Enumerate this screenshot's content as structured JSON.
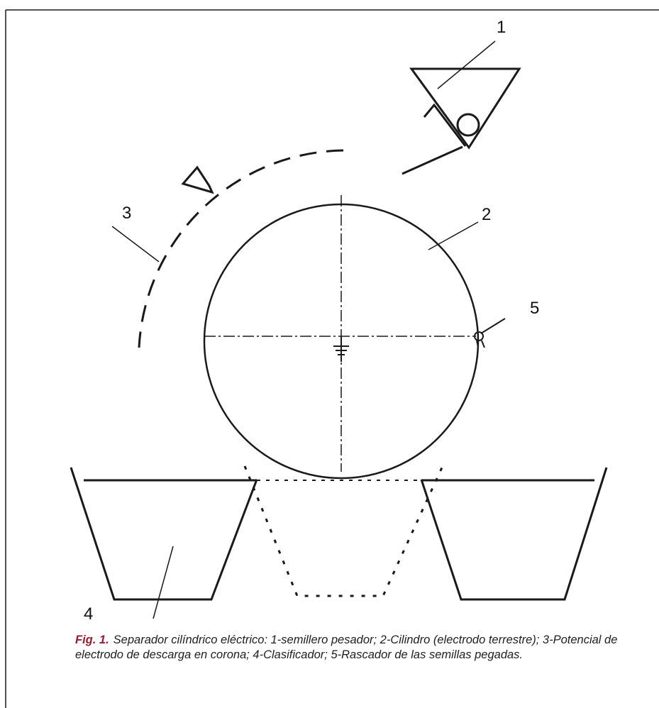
{
  "figure": {
    "labels": {
      "hopper": "1",
      "cylinder": "2",
      "corona": "3",
      "classifier": "4",
      "scraper": "5"
    },
    "caption": {
      "prefix": "Fig. 1.",
      "text": "Separador cilíndrico eléctrico: 1-semillero pesador; 2-Cilindro (electrodo terrestre); 3-Potencial de electrodo de descarga en corona; 4-Clasificador;  5-Rascador de las semillas pegadas."
    }
  },
  "colors": {
    "line": "#1a1a1a",
    "caption_number": "#9a1c2a"
  }
}
